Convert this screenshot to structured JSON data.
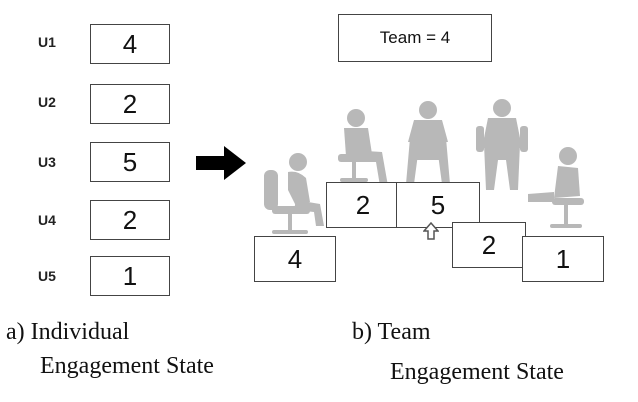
{
  "individual": {
    "users": [
      {
        "label": "U1",
        "value": "4"
      },
      {
        "label": "U2",
        "value": "2"
      },
      {
        "label": "U3",
        "value": "5"
      },
      {
        "label": "U4",
        "value": "2"
      },
      {
        "label": "U5",
        "value": "1"
      }
    ],
    "caption_line1": "a) Individual",
    "caption_line2": "Engagement State"
  },
  "team": {
    "label": "Team = 4",
    "podium_values": [
      "4",
      "2",
      "5",
      "2",
      "1"
    ],
    "caption_line1": "b) Team",
    "caption_line2": "Engagement State"
  },
  "colors": {
    "figure": "#b8b8b8",
    "border": "#444444",
    "arrow": "#000000"
  }
}
